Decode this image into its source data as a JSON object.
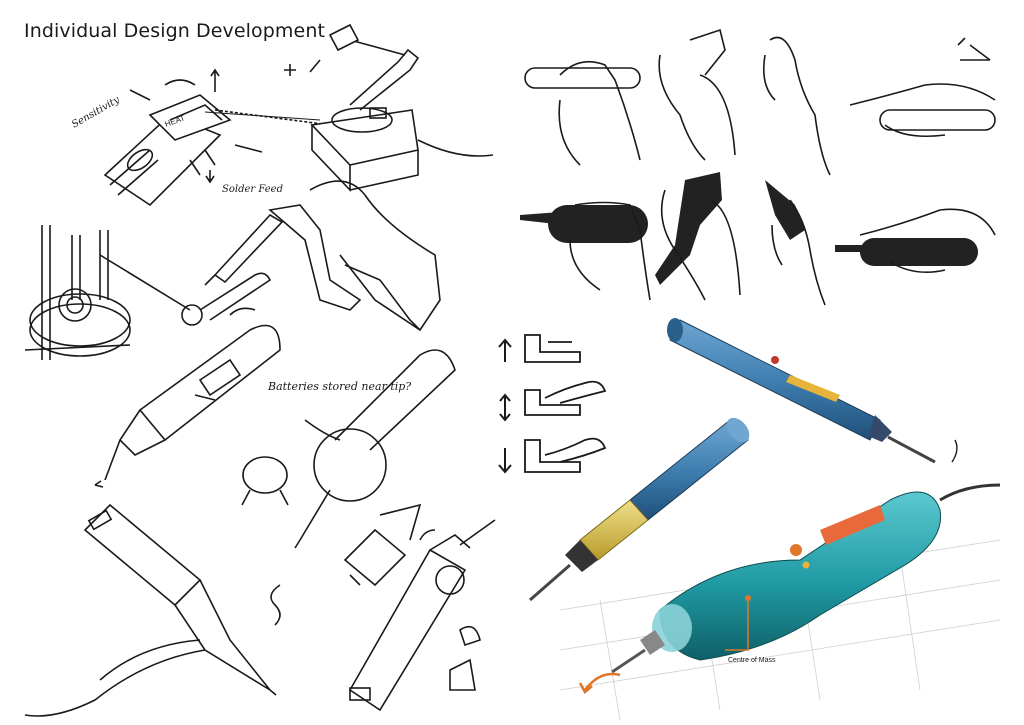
{
  "page": {
    "title": "Individual Design Development"
  },
  "annotations": {
    "sensitivity": "Sensitivity",
    "heat": "HEAT",
    "solder_feed": "Solder Feed",
    "batteries_note": "Batteries stored near tip?",
    "centre_of_mass": "Centre of Mass"
  },
  "colors": {
    "ink": "#1a1a1a",
    "grip_black": "#222222",
    "render_blue": "#3f7fb0",
    "render_yellow": "#d9c24a",
    "render_teal": "#1f9aa3",
    "accent_orange": "#e0762a"
  },
  "icons": [
    "arrow-up-icon",
    "arrow-updown-icon",
    "arrow-down-icon"
  ]
}
